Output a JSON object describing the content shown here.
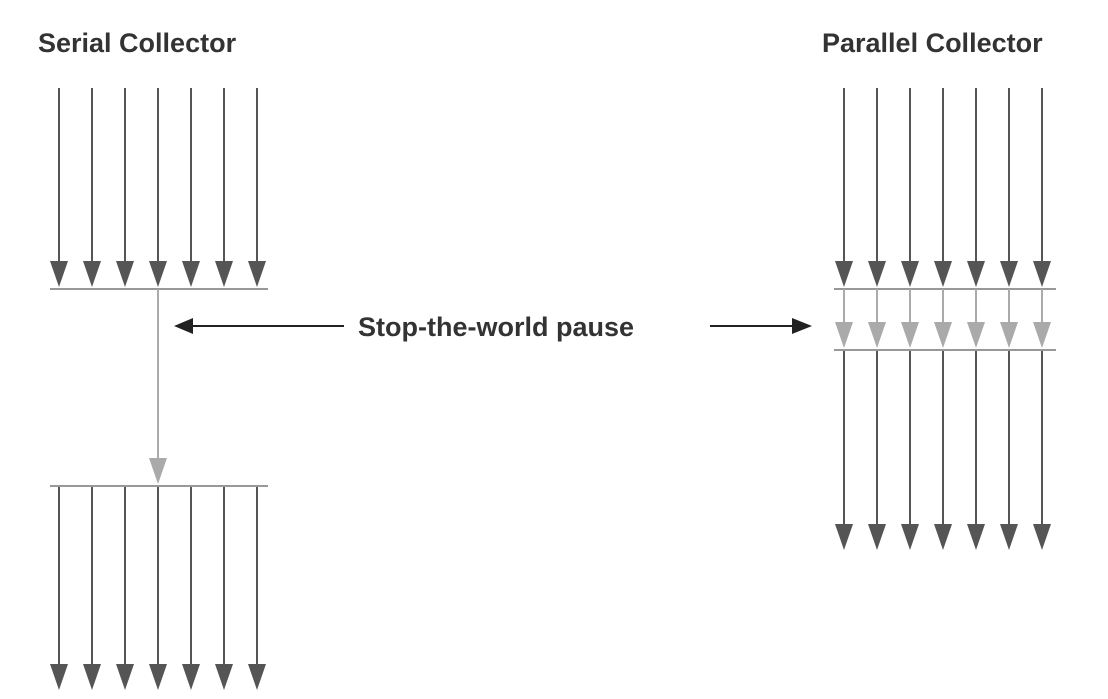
{
  "serial": {
    "title": "Serial Collector",
    "thread_count": 7,
    "gc_thread_count": 1
  },
  "parallel": {
    "title": "Parallel Collector",
    "thread_count": 7,
    "gc_thread_count": 7
  },
  "pause_label": "Stop-the-world pause",
  "colors": {
    "thread": "#555555",
    "gc_thread": "#aaaaaa",
    "divider": "#777777",
    "text": "#333333",
    "pointer": "#222222"
  }
}
